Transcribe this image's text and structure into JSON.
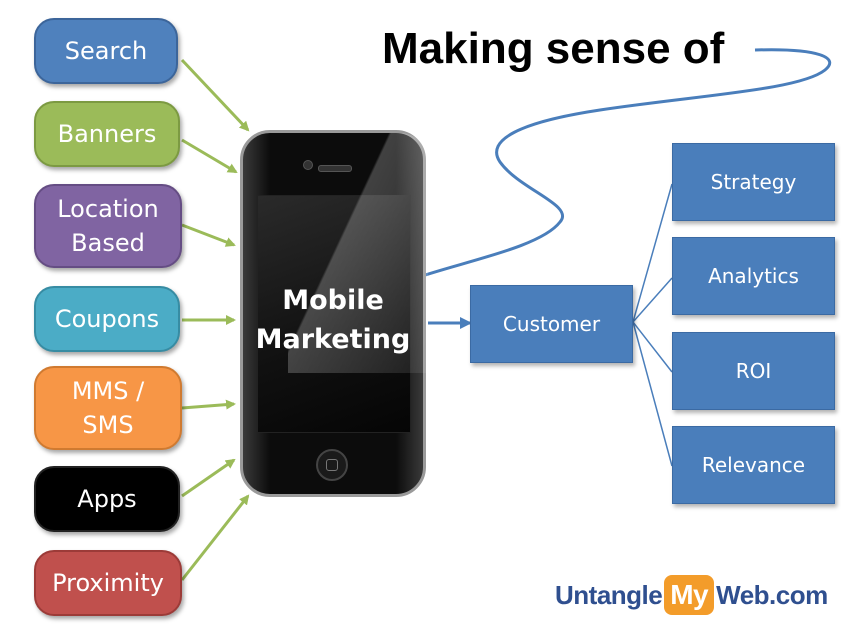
{
  "title": "Making sense of",
  "channels": [
    {
      "label": "Search",
      "color": "#4f81bd"
    },
    {
      "label": "Banners",
      "color": "#9bbb59"
    },
    {
      "label": "Location\nBased",
      "color": "#8064a2"
    },
    {
      "label": "Coupons",
      "color": "#4bacc6"
    },
    {
      "label": "MMS /\nSMS",
      "color": "#f79646"
    },
    {
      "label": "Apps",
      "color": "#000000"
    },
    {
      "label": "Proximity",
      "color": "#c0504d"
    }
  ],
  "center": {
    "label": "Mobile\nMarketing"
  },
  "customer": {
    "label": "Customer"
  },
  "outcomes": [
    {
      "label": "Strategy"
    },
    {
      "label": "Analytics"
    },
    {
      "label": "ROI"
    },
    {
      "label": "Relevance"
    }
  ],
  "logo": {
    "part1": "Untangle",
    "part2": "My",
    "part3": "Web.com"
  },
  "colors": {
    "arrow_green": "#9bbb59",
    "arrow_blue": "#4a7ebb",
    "box_blue": "#4a7ebb"
  }
}
